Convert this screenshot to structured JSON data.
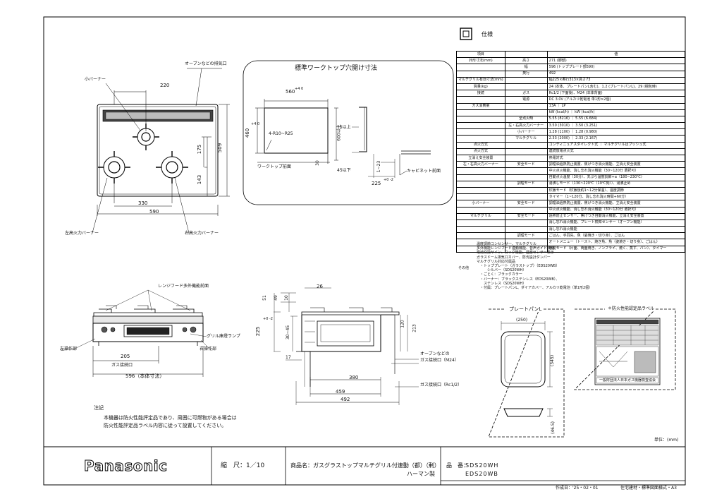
{
  "spec_section": {
    "title": "仕様"
  },
  "top_view": {
    "callout_oven_exhaust": "オーブンなどの排気口",
    "callout_small_burner": "小バーナー",
    "callout_left_burner": "左高火力バーナー",
    "callout_right_burner": "右高火力バーナー",
    "dim_220": "220",
    "dim_330": "330",
    "dim_590": "590",
    "dim_175": "175",
    "dim_143": "143",
    "dim_509": "509"
  },
  "cutout": {
    "title": "標準ワークトップ穴開け寸法",
    "dim_560": "560",
    "dim_560_tol": "+4 0",
    "dim_460": "460",
    "dim_460_tol": "+4 0",
    "dim_r": "4-R10~R25",
    "dim_600": "600以上",
    "dim_15": "15以上",
    "dim_30": "30",
    "dim_45": "45以下",
    "dim_1_23": "1~23",
    "dim_225": "225",
    "dim_225_tol": "+0 -2",
    "label_worktop_front": "ワークトップ前面",
    "label_cabinet_front": "キャビネット前面"
  },
  "front_view": {
    "callout_hood": "レンジフード多外機能前面",
    "callout_lamp": "グリル庫燈ランプ",
    "callout_left_ops": "左操作部",
    "callout_right_ops": "右操作部",
    "dim_205": "205",
    "label_gas_inlet": "ガス接続口",
    "dim_596": "596（本体寸法）"
  },
  "side_view": {
    "dim_26": "26",
    "dim_51": "51",
    "dim_49": "49",
    "dim_10": "10",
    "dim_225": "225",
    "dim_225_tol": "+0 -2",
    "dim_30_45": "30~45",
    "dim_120": "120",
    "dim_213": "213",
    "dim_17": "17",
    "dim_380": "380",
    "dim_459": "459",
    "dim_492": "492",
    "callout_oven_gas": "オーブンなどの",
    "callout_oven_gas2": "ガス接続口（M24）",
    "callout_gas_inlet": "ガス接続口（Rc1/2）"
  },
  "plate_pan": {
    "title": "プレートパンL",
    "dim_250": "(250)",
    "dim_345": "(345)",
    "dim_46_5": "(46.5)"
  },
  "label_box": {
    "title": "＊防火性能認定品ラベル",
    "org": "一般財団法人日本ガス機器検査協会"
  },
  "notes": {
    "heading": "注記",
    "line1": "本機器は防火性能評定品であり、周囲に可燃物がある場合は",
    "line2": "防火性能評定品ラベル内容に従って設置してください。"
  },
  "unit": "単位：(mm)",
  "spec_table": {
    "rows": [
      [
        "項目",
        "",
        "値"
      ],
      [
        "外形寸法(mm)",
        "高さ",
        "271 (脚部)"
      ],
      [
        "",
        "幅",
        "596 (トッププレート部590)"
      ],
      [
        "",
        "奥行",
        "492"
      ],
      [
        "マルチグリル有効寸法(mm)",
        "",
        "幅225×奥行313×高さ73"
      ],
      [
        "質量(kg)",
        "",
        "24 (本体、プレートパンL含む)、1.2 (プレートパンL)、29 (梱包時)"
      ],
      [
        "接続",
        "ガス",
        "Rc1/2 (下面後)、M24 (本体背面)"
      ],
      [
        "",
        "電源",
        "DC 3.0V (アルカリ乾電池 単1形×2個)"
      ],
      [
        "ガス消費量",
        "",
        "13A ｜ LP"
      ],
      [
        "",
        "",
        "kW (kcal/h) ｜ kW (kcal/h)"
      ],
      [
        "",
        "全点火時",
        "5.55 (8216) ｜ 5.55 (6.684)"
      ],
      [
        "",
        "左・右高火力バーナー",
        "3.50 (3010) ｜ 3.50 (3.251)"
      ],
      [
        "",
        "小バーナー",
        "1.28 (1100) ｜ 1.28 (0.980)"
      ],
      [
        "",
        "マルチグリル",
        "2.33 (2000) ｜ 2.33 (2.167)"
      ],
      [
        "点火方式",
        "",
        "コンティニュアスダイレクト式 ｜ マルチグリルはプッシュ式"
      ],
      [
        "点火方式",
        "",
        "連続放電点火式"
      ],
      [
        "立消え安全装置",
        "",
        "熱電対式"
      ],
      [
        "左・右高火力バーナー",
        "安全モード",
        "調理油過熱防止装置、焦げつき消火機能、立消え安全装置"
      ],
      [
        "",
        "",
        "中火点火機能、消し忘れ消火機能（30~120分 選択可）"
      ],
      [
        "",
        "",
        "自動点火温度（30分）、天ぷら温度調節+α（180~230℃）"
      ],
      [
        "",
        "調理モード",
        "湯沸しモード（130~220℃（10℃刻））、湯沸止め"
      ],
      [
        "",
        "",
        "炊飯モード（炊飯後約1~12分保温）、温度調節"
      ],
      [
        "",
        "",
        "タイマー（1~120分、消し忘れ消火時間+60分）"
      ],
      [
        "小バーナー",
        "安全モード",
        "調理油過熱防止装置、焦げつき消火機能、立消え安全装置"
      ],
      [
        "",
        "",
        "中火点火機能、消し忘れ消火機能（30~120分 選択可）"
      ],
      [
        "マルチグリル",
        "安全モード",
        "過熱防止センサー、焦げつき自動消火機能、立消え安全装置"
      ],
      [
        "",
        "",
        "消し忘れ消火機能、プレート検知センサー（オーブン機能）"
      ],
      [
        "",
        "",
        "消し忘れ消火機能"
      ],
      [
        "",
        "調理モード",
        "ごはん、手羽先、魚（姿焼き・切り身）、ごはん"
      ],
      [
        "",
        "",
        "オートメニュー（トースト、焼き魚、魚（姿焼き・切り身）、ごはん）"
      ],
      [
        "",
        "",
        "手動モード（片面、両面焼き、ノンフライ、焼く、蒸す、パン）、タイマー"
      ]
    ],
    "other_label": "その他",
    "other_lines": [
      "温度調節コンセンサー、マルチグリル",
      "多外機能レンジフード連動機能、音声ガイド機能",
      "電池交換サイン、ロック機能、温度センサー表示",
      "ガラスドーム排気口カバー、防汚設計ダンパー",
      "マルチグリル対応付属品",
      "　・トッププレート（ガラストップ）（EDS20WB）",
      "　　　シルバー（SDS20WH）",
      "　・ごとく：ブラックカラー",
      "　・バーナー：ブラックステンレス（EDS20WB）、",
      "　　ステンレス（SDS20WH）",
      "　・付属：プレートパンL、ダイアカバー、アルカリ乾電池（単1形2個）"
    ]
  },
  "title_block": {
    "logo": "Panasonic",
    "scale": "縮　尺：1／10",
    "product": "商品名：ガスグラストップマルチグリル付連動（都）（剰）",
    "maker": "ハーマン製",
    "model_label": "品　番：",
    "model1": "SDS20WH",
    "model2": "EDS20WB",
    "date": "作成日：'25・02・01",
    "form": "住宅建材・標準図面様式・A3"
  }
}
